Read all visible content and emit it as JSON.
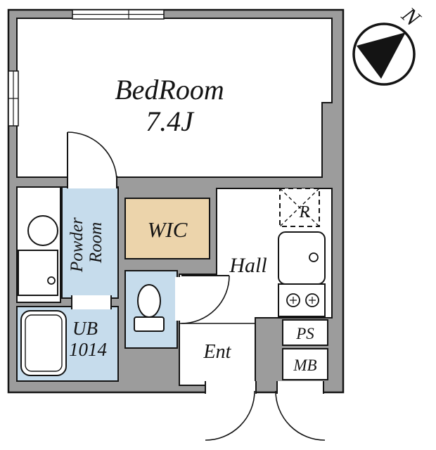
{
  "colors": {
    "wall_gray": "#9c9c9c",
    "wet_area_blue": "#c6dcec",
    "closet_tan": "#ecd4ab",
    "floor_white": "#ffffff",
    "line_black": "#141414"
  },
  "compass": {
    "north_label": "N"
  },
  "rooms": {
    "bedroom": {
      "name": "BedRoom",
      "size": "7.4J"
    },
    "wic": {
      "label": "WIC"
    },
    "hall": {
      "label": "Hall"
    },
    "entrance": {
      "label": "Ent"
    },
    "powder_room": {
      "line1": "Powder",
      "line2": "Room"
    },
    "unit_bath": {
      "line1": "UB",
      "line2": "1014"
    },
    "pipe_space": {
      "label": "PS"
    },
    "meter_box": {
      "label": "MB"
    },
    "refrigerator_space": {
      "label": "R"
    }
  }
}
